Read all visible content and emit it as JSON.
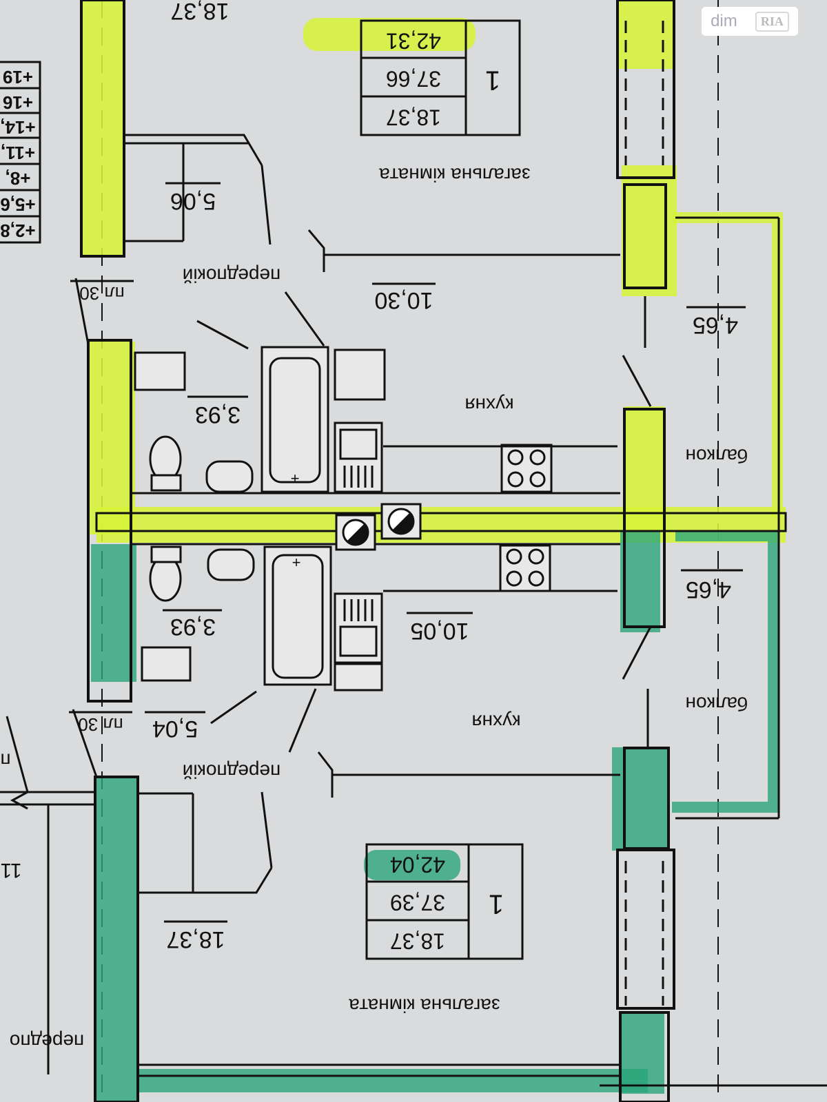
{
  "watermark": {
    "text": "dim",
    "brand": "RIA"
  },
  "colors": {
    "upper_highlight": "#d7f23a",
    "lower_highlight": "#2aa57a"
  },
  "upper_apartment": {
    "rooms": "1",
    "areas": [
      "42,31",
      "37,66",
      "18,37"
    ],
    "living_area": "18,37",
    "living_room_label": "загальна кімната",
    "kitchen_area": "10,30",
    "kitchen_label": "кухня",
    "hall_area": "5,06",
    "hall_label": "передпокій",
    "bath_area": "3,93",
    "balcony_area": "4,65",
    "balcony_label": "балкон",
    "wall_mark": "пл 30"
  },
  "lower_apartment": {
    "rooms": "1",
    "areas": [
      "42,04",
      "37,39",
      "18,37"
    ],
    "living_area": "18,37",
    "living_room_label": "загальна кімната",
    "kitchen_area": "10,05",
    "kitchen_label": "кухня",
    "hall_area": "5,04",
    "hall_label": "передпокій",
    "bath_area": "3,93",
    "balcony_area": "4,65",
    "balcony_label": "балкон",
    "wall_mark": "пл 30",
    "partial_label": "передпо"
  },
  "side_scale": [
    "+19",
    "+16",
    "+14,",
    "+11,",
    "+8,",
    "+5,6",
    "+2,8"
  ],
  "side_marks": {
    "left_edge": "п",
    "left_number": "11"
  }
}
